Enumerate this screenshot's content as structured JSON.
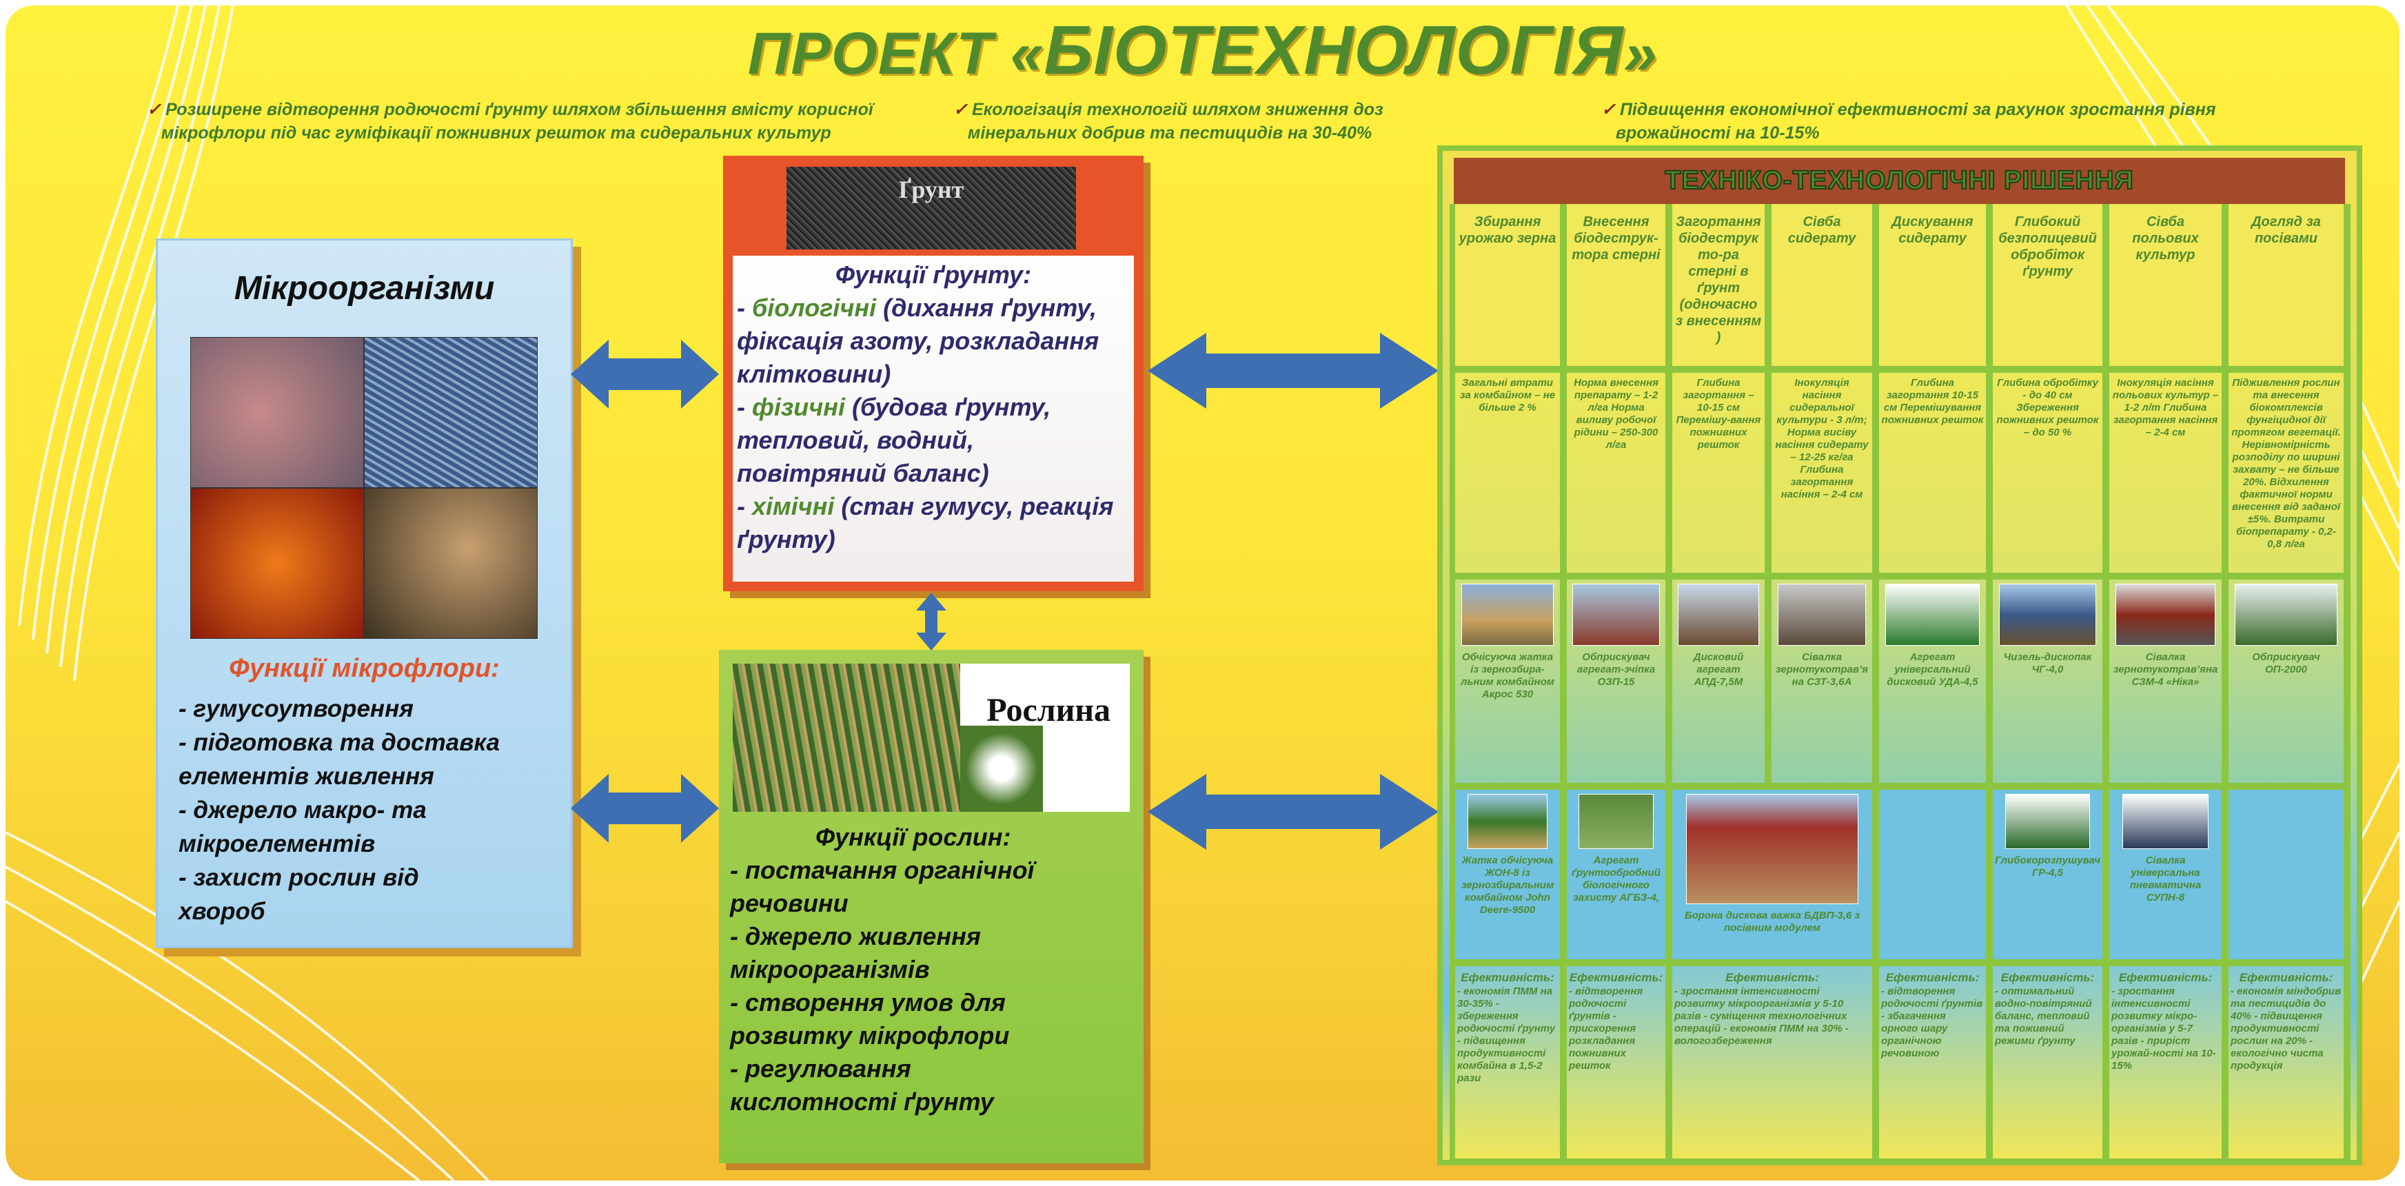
{
  "title": {
    "prefix": "ПРОЕКТ «",
    "main": "БІОТЕХНОЛОГІЯ",
    "suffix": "»"
  },
  "goals": [
    {
      "line1": "Розширене відтворення родючості ґрунту шляхом збільшення вмісту корисної",
      "line2": "мікрофлори під час гуміфікації пожнивних решток та сидеральних культур"
    },
    {
      "line1": "Екологізація технологій шляхом зниження доз",
      "line2": "мінеральних добрив та пестицидів на 30-40%"
    },
    {
      "line1": "Підвищення економічної ефективності за рахунок зростання рівня",
      "line2": "врожайності на 10-15%"
    }
  ],
  "micro": {
    "title": "Мікроорганізми",
    "functions_title": "Функції мікрофлори:",
    "functions": [
      "- гумусоутворення",
      " - підготовка та доставка",
      "елементів живлення",
      "- джерело макро- та",
      "мікроелементів",
      " - захист рослин від",
      "хвороб"
    ]
  },
  "soil": {
    "image_label": "Ґрунт",
    "functions_title": "Функції  ґрунту:",
    "items": [
      {
        "dash": "  - ",
        "key": "біологічні",
        "rest": " (дихання ґрунту, фіксація азоту, розкладання клітковини)"
      },
      {
        "dash": "  - ",
        "key": "фізичні",
        "rest": " (будова ґрунту, тепловий, водний, повітряний баланс)"
      },
      {
        "dash": "  - ",
        "key": "хімічні",
        "rest": " (стан гумусу, реакція ґрунту)"
      }
    ]
  },
  "plant": {
    "image_label": "Рослина",
    "functions_title": "Функції  рослин:",
    "functions": [
      "  - постачання органічної",
      "речовини",
      "  - джерело живлення",
      "мікроорганізмів",
      "  - створення умов для",
      "розвитку мікрофлори",
      "  - регулювання",
      "кислотності ґрунту"
    ]
  },
  "table": {
    "title": "ТЕХНІКО-ТЕХНОЛОГІЧНІ РІШЕННЯ",
    "columns": [
      "Збирання урожаю зерна",
      "Внесення біодеструк-тора стерні",
      "Загортання біодеструкто-ра стерні в ґрунт (одночасно  з внесенням )",
      "Сівба сидерату",
      "Дискування сидерату",
      "Глибокий безполицевий обробіток ґрунту",
      "Сівба польових культур",
      "Догляд за посівами"
    ],
    "tech": [
      "Загальні втрати за комбайном – не більше  2 %",
      "Норма внесення препарату – 1-2 л/га Норма виливу робочої рідини – 250-300 л/га",
      "Глибина загортання – 10-15 см Перемішу-вання пожнивних решток",
      "Інокуляція насіння сидеральної культури - 3 л/т; Норма висіву насіння сидерату – 12-25 кг/га Глибина загортання насіння – 2-4 см",
      "Глибина загортання 10-15 см Перемішування пожнивних решток",
      "Глибина обробітку - до 40 см Збереження пожнивних решток – до 50 %",
      "Інокуляція насіння польових культур – 1-2 л/т Глибина загортання насіння – 2-4 см",
      "Підживлення рослин та внесення біокомплексів фунгіцидної дії протягом вегетації. Нерівномірність розподілу по ширині захвату – не більше 20%. Відхилення фактичної норми внесення від заданої ±5%. Витрати біопрепарату - 0,2-0,8 л/га"
    ],
    "equipment1": [
      "Обчісуюча жатка із зернозбира-льним комбайном Акрос 530",
      "Обприскувач агрегат-зчіпка ОЗП-15",
      "Дисковий агрегат АПД-7,5М",
      "Сівалка зернотукотрав’яна СЗТ-3,6А",
      "Агрегат універсальний дисковий УДА-4,5",
      "Чизель-дископак ЧГ-4,0",
      "Сівалка зернотукотрав’яна СЗМ-4 «Ніка»",
      "Обприскувач ОП-2000"
    ],
    "equipment2": [
      "Жатка обчісуюча ЖОН-8  із зернозбиральним комбайном  John Deere-9500",
      "Агрегат ґрунтообробний біологічного захисту АГБЗ-4,",
      "Борона дискова важка БДВП-3,6 з посівним модулем",
      "Глибокорозпушувач ГР-4,5",
      "Сівалка універсальна пневматична СУПН-8"
    ],
    "effect_title": "Ефективність:",
    "effects": [
      "- економія ПММ на 30-35% - збереження родючості ґрунту - підвищення продуктивності комбайна в 1,5-2 рази",
      "- відтворення родючості ґрунтів - прискорення розкладання пожнивних решток",
      "- зростання інтенсивності розвитку мікроорганізмів  у  5-10 разів - суміщення технологічних операцій - економія ПММ на 30% - вологозбереження",
      "- відтворення родючості ґрунтів - збагачення орного шару органічною речовиною",
      "- оптимальний водно-повітряний баланс, тепловий та поживний режими ґрунту",
      "- зростання інтенсивності розвитку мікро-організмів у 5-7 разів - приріст урожай-ності на 10-15%",
      "- економія міндобрив та пестицидів до 40% - підвищення продуктивності рослин на 20% - екологічно чиста продукція"
    ]
  },
  "colors": {
    "green": "#4f8a2f",
    "orange": "#e8542a",
    "brown": "#a24a2a",
    "blue_arrow": "#3e6fb3"
  }
}
